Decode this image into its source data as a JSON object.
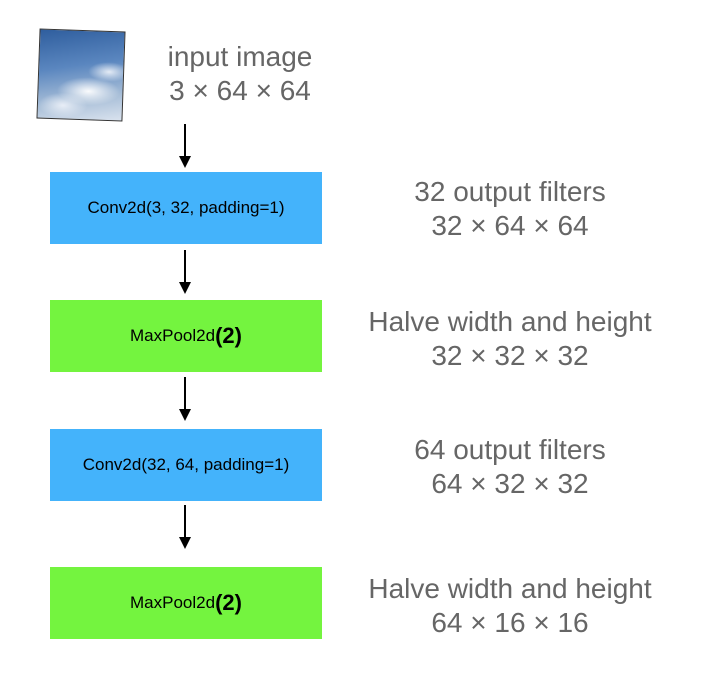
{
  "input": {
    "title": "input image",
    "dims": "3 × 64 × 64",
    "image_icon": "sky-clouds-photo"
  },
  "layers": [
    {
      "type": "conv",
      "name": "Conv2d(3, 32, padding=1)",
      "name_big": "",
      "note": "32 output filters",
      "dims": "32 × 64 × 64",
      "color": "#44b3fb"
    },
    {
      "type": "pool",
      "name": "MaxPool2d",
      "name_big": "(2)",
      "note": "Halve width and height",
      "dims": "32 × 32 × 32",
      "color": "#74f43f"
    },
    {
      "type": "conv",
      "name": "Conv2d(32, 64, padding=1)",
      "name_big": "",
      "note": "64 output filters",
      "dims": "64 × 32 × 32",
      "color": "#44b3fb"
    },
    {
      "type": "pool",
      "name": "MaxPool2d",
      "name_big": "(2)",
      "note": "Halve width and height",
      "dims": "64 × 16 × 16",
      "color": "#74f43f"
    }
  ]
}
